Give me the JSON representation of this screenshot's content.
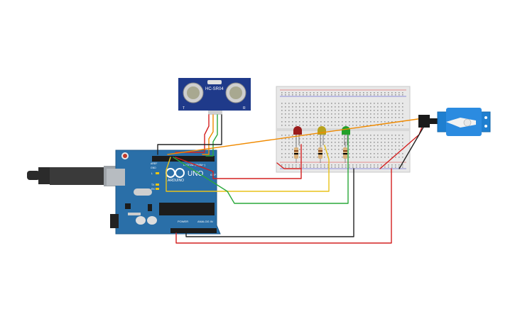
{
  "sensor": {
    "model": "HC-SR04",
    "corner_left": "T",
    "corner_right": "R"
  },
  "arduino": {
    "brand": "ARDUINO",
    "model": "UNO",
    "digital_label": "DIGITAL (PWM~)",
    "power_label": "POWER",
    "analog_label": "ANALOG IN",
    "icsp_label": "ICSP",
    "aref_label": "AREF",
    "gnd_label": "GND",
    "tx_label": "TX",
    "rx_label": "RX",
    "l_label": "L"
  },
  "leds": [
    {
      "name": "red-led",
      "color": "#9b1c1c"
    },
    {
      "name": "yellow-led",
      "color": "#b8a21d"
    },
    {
      "name": "green-led",
      "color": "#22a02a"
    }
  ],
  "colors": {
    "board": "#2a6fa8",
    "board_dark": "#1f5a8a",
    "servo": "#1f7fd0",
    "breadboard": "#e8e8e8",
    "wire_red": "#d42020",
    "wire_black": "#222222",
    "wire_orange": "#f08a00",
    "wire_yellow": "#e8c21a",
    "wire_green": "#2aa83a"
  }
}
